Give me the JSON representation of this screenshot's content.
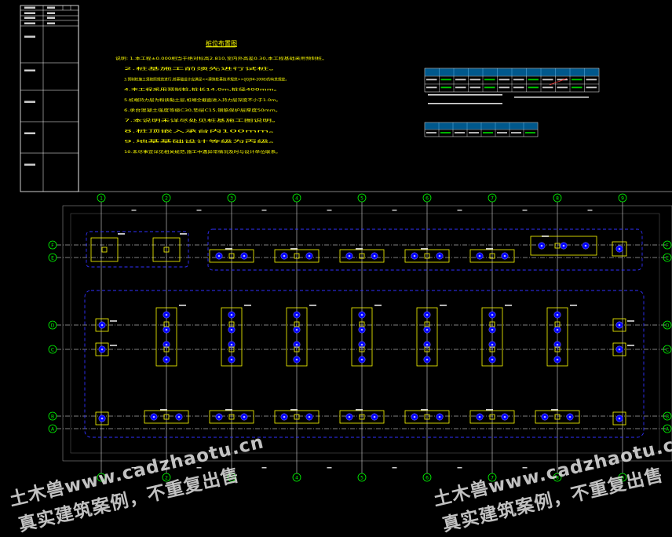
{
  "drawing": {
    "title": "桩位布置图",
    "notes": [
      "说明: 1.本工程±0.000相当于绝对标高2.810,室内外高差0.30,本工程基础采用预制桩。",
      "2.桩基施工前须先进行试桩。",
      "3.预制桩施工须按照规范进行,桩基础设计应满足<<建筑桩基技术规范>>(JGJ94-2008)的有关规定。",
      "4.本工程采用预制桩,桩长14.0m,桩径400mm。",
      "5.桩端持力层为粉质黏土层,桩端全截面进入持力层深度不小于1.0m。",
      "6.承台混凝土强度等级C30,垫层C15,钢筋保护层厚度50mm。",
      "7.本说明未详尽处见桩基施工图说明。",
      "8.桩顶嵌入承台内100mm。",
      "9.地基基础设计等级为丙级。",
      "10.未尽事宜详见相关规范,施工中遇异常情况及时与设计单位联系。"
    ]
  },
  "title_block": {
    "labels": [
      "",
      "",
      ""
    ]
  },
  "axes": {
    "columns": [
      "1",
      "2",
      "3",
      "4",
      "5",
      "6",
      "7",
      "8",
      "9"
    ],
    "rows": [
      "F",
      "E",
      "D",
      "C",
      "B",
      "A"
    ]
  },
  "tables": {
    "pile_table_rows": 3,
    "pile_table_cols": 12,
    "cap_table_rows": 2,
    "cap_table_cols": 8
  },
  "watermark": {
    "line1": "土木兽www.cadzhaotu.cn",
    "line2": "真实建筑案例，不重复出售"
  },
  "colors": {
    "background": "#000000",
    "title_block": "#ffffff",
    "notes_text": "#ffff00",
    "axis_bubble": "#00ff00",
    "axis_line": "#ffffff",
    "cap_outline": "#ffff00",
    "pile": "#0000ff",
    "dashed_boundary": "#3030ff",
    "table_header": "#00a0ff"
  }
}
